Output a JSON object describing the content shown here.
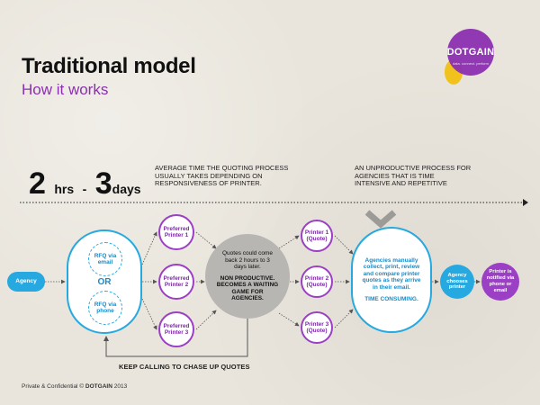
{
  "header": {
    "title": "Traditional model",
    "subtitle": "How it works"
  },
  "logo": {
    "name": "DOTGAIN",
    "tagline": "data. connect. perform",
    "colors": {
      "purple": "#8b2fb0",
      "yellow": "#f1c21b"
    }
  },
  "timeline": {
    "duration_start": "2",
    "duration_start_unit": "hrs",
    "separator": "-",
    "duration_end": "3",
    "duration_end_unit": "days",
    "avg_note": "Average time the quoting process usually takes depending on responsiveness of printer.",
    "unproductive_note": "An unproductive process for agencies that is time intensive and repetitive"
  },
  "nodes": {
    "agency": "Agency",
    "rfq_email": "RFQ via email",
    "or": "OR",
    "rfq_phone": "RFQ via phone",
    "preferred_1": "Preferred Printer 1",
    "preferred_2": "Preferred Printer 2",
    "preferred_3": "Preferred Printer 3",
    "quotes_text": "Quotes could come back 2 hours to 3 days later.",
    "nonproductive_text": "NON PRODUCTIVE. BECOMES A WAITING GAME FOR AGENCIES.",
    "printer_1": "Printer 1 (Quote)",
    "printer_2": "Printer 2 (Quote)",
    "printer_3": "Printer 3 (Quote)",
    "agencies_text": "Agencies manually collect, print, review and compare printer quotes as they arrive in their email.",
    "time_consuming": "TIME CONSUMING.",
    "agency_chooses": "Agency chooses printer",
    "printer_notified": "Printer is notified via phone or email"
  },
  "loop_label": "KEEP CALLING TO CHASE UP QUOTES",
  "footer": {
    "prefix": "Private & Confidential ©",
    "brand": "DOTGAIN",
    "year": "2013"
  },
  "colors": {
    "blue": "#26a9e0",
    "purple": "#9b3fc4",
    "gray": "#b7b6b2",
    "background": "#e9e5dc"
  }
}
